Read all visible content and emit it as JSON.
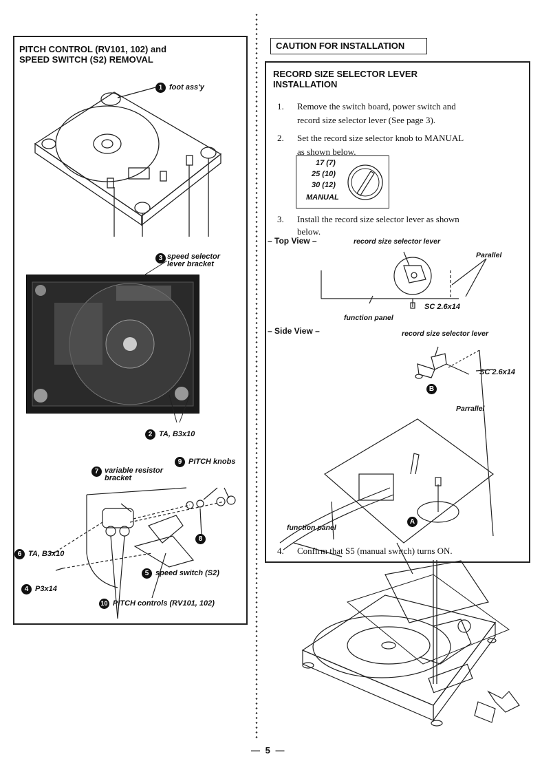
{
  "left_panel": {
    "title_line1": "PITCH CONTROL (RV101, 102) and",
    "title_line2": "SPEED SWITCH (S2) REMOVAL",
    "callouts": [
      {
        "num": "1",
        "text": "foot ass'y"
      },
      {
        "num": "3",
        "text": "speed selector",
        "text2": "lever bracket"
      },
      {
        "num": "2",
        "text": "TA, B3x10"
      },
      {
        "num": "9",
        "text": "PITCH knobs"
      },
      {
        "num": "7",
        "text": "variable resistor",
        "text2": "bracket"
      },
      {
        "num": "8",
        "text": ""
      },
      {
        "num": "6",
        "text": "TA, B3x10"
      },
      {
        "num": "5",
        "text": "speed switch (S2)"
      },
      {
        "num": "4",
        "text": "P3x14"
      },
      {
        "num": "10",
        "text": "PITCH controls (RV101, 102)"
      }
    ]
  },
  "right_panel": {
    "header": "CAUTION FOR INSTALLATION",
    "title_line1": "RECORD SIZE SELECTOR LEVER",
    "title_line2": "INSTALLATION",
    "steps": [
      {
        "n": "1.",
        "line1": "Remove the switch board, power switch and",
        "line2": "record size selector lever (See page 3)."
      },
      {
        "n": "2.",
        "line1": "Set the record size selector knob to MANUAL",
        "line2": "as shown below."
      },
      {
        "n": "3.",
        "line1": "Install the record size selector lever as shown",
        "line2": "below."
      },
      {
        "n": "4.",
        "line1": "Confirm that S5 (manual switch) turns ON.",
        "line2": ""
      }
    ],
    "knob_labels": [
      "17 (7)",
      "25 (10)",
      "30 (12)",
      "MANUAL"
    ],
    "top_view_label": "– Top View –",
    "side_view_label": "– Side View –",
    "top_view": {
      "lever": "record size selector lever",
      "parallel": "Parallel",
      "screw": "SC 2.6x14",
      "panel": "function panel"
    },
    "side_view": {
      "lever": "record size selector lever",
      "screw": "SC 2.6x14",
      "parallel": "Parrallel",
      "panel": "function panel",
      "mark_b": "B",
      "mark_a": "A"
    }
  },
  "page_number": "— 5 —"
}
